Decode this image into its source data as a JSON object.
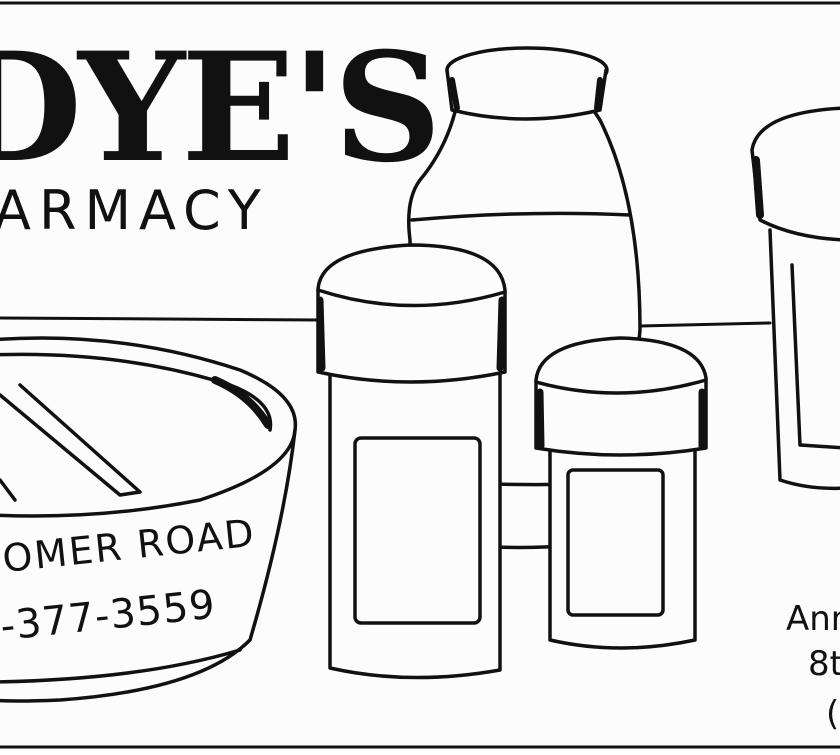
{
  "sign": {
    "name_fragment": "DYE'S",
    "subtitle_fragment": "ARMACY",
    "road_fragment": "OMER ROAD",
    "phone_fragment": "-377-3559",
    "right_line1": "Ann",
    "right_line2": "8t",
    "right_line3": "("
  },
  "colors": {
    "ink": "#111111",
    "paper": "#fcfcfc"
  }
}
